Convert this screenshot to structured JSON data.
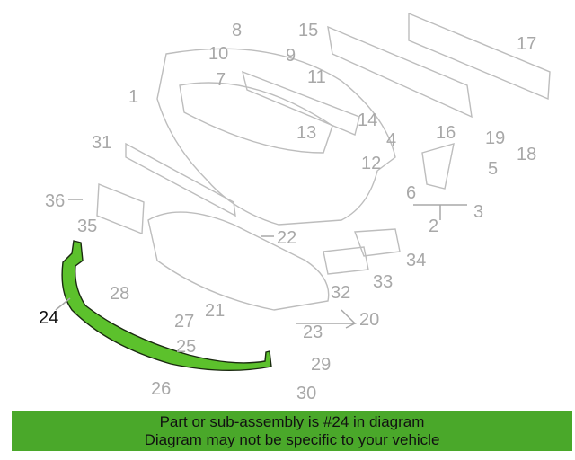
{
  "diagram": {
    "highlighted_part": "24",
    "highlight_color": "#5cc12c",
    "callouts": [
      "1",
      "2",
      "3",
      "4",
      "5",
      "6",
      "7",
      "8",
      "9",
      "10",
      "11",
      "12",
      "13",
      "14",
      "15",
      "16",
      "17",
      "18",
      "19",
      "20",
      "21",
      "22",
      "23",
      "24",
      "25",
      "26",
      "27",
      "28",
      "29",
      "30",
      "31",
      "32",
      "33",
      "34",
      "35",
      "36"
    ]
  },
  "banner": {
    "line1": "Part or sub-assembly is #24 in diagram",
    "line2": "Diagram may not be specific to your vehicle",
    "color": "#4aa82a"
  }
}
